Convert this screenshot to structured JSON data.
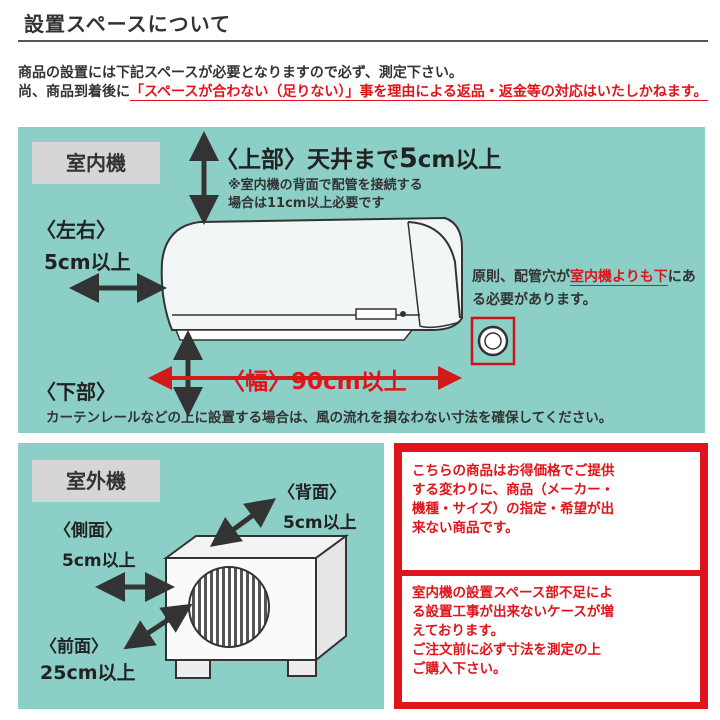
{
  "header": {
    "title": "設置スペースについて"
  },
  "intro": {
    "line1": "商品の設置には下記スペースが必要となりますので必ず、測定下さい。",
    "line2_prefix": "尚、商品到着後に",
    "line2_red": "「スペースが合わない（足りない）」事を理由による返品・返金等の対応はいたしかねます。"
  },
  "indoor": {
    "tag": "室内機",
    "top_label_prefix": "〈上部〉天井まで",
    "top_label_num": "5",
    "top_label_suffix": "cm以上",
    "top_note_line1": "※室内機の背面で配管を接続する",
    "top_note_line2": "場合は11cm以上必要です",
    "lr_label_line1": "〈左右〉",
    "lr_label_line2": "5cm以上",
    "pipe_note_prefix": "原則、配管穴が",
    "pipe_note_red": "室内機よりも下",
    "pipe_note_suffix": "にある必要があります。",
    "bottom_label": "〈下部〉",
    "width_label": "〈幅〉90cm以上",
    "curtain_note": "カーテンレールなどの上に設置する場合は、風の流れを損なわない寸法を確保してください。"
  },
  "outdoor": {
    "tag": "室外機",
    "back_label_line1": "〈背面〉",
    "back_label_line2": "5cm以上",
    "side_label_line1": "〈側面〉",
    "side_label_line2": "5cm以上",
    "front_label_line1": "〈前面〉",
    "front_label_line2": "25cm以上"
  },
  "notices": {
    "notice1": [
      "こちらの商品はお得価格でご提供",
      "する変わりに、商品（メーカー・",
      "機種・サイズ）の指定・希望が出",
      "来ない商品です。"
    ],
    "notice2": [
      "室内機の設置スペース部不足によ",
      "る設置工事が出来ないケースが増",
      "えております。",
      "ご注文前に必ず寸法を測定の上",
      "ご購入下さい。"
    ]
  },
  "colors": {
    "panel_teal": "#8ccfc7",
    "accent_red": "#e0141b",
    "tag_gray": "#d6d6d6",
    "text_dark": "#333333"
  }
}
